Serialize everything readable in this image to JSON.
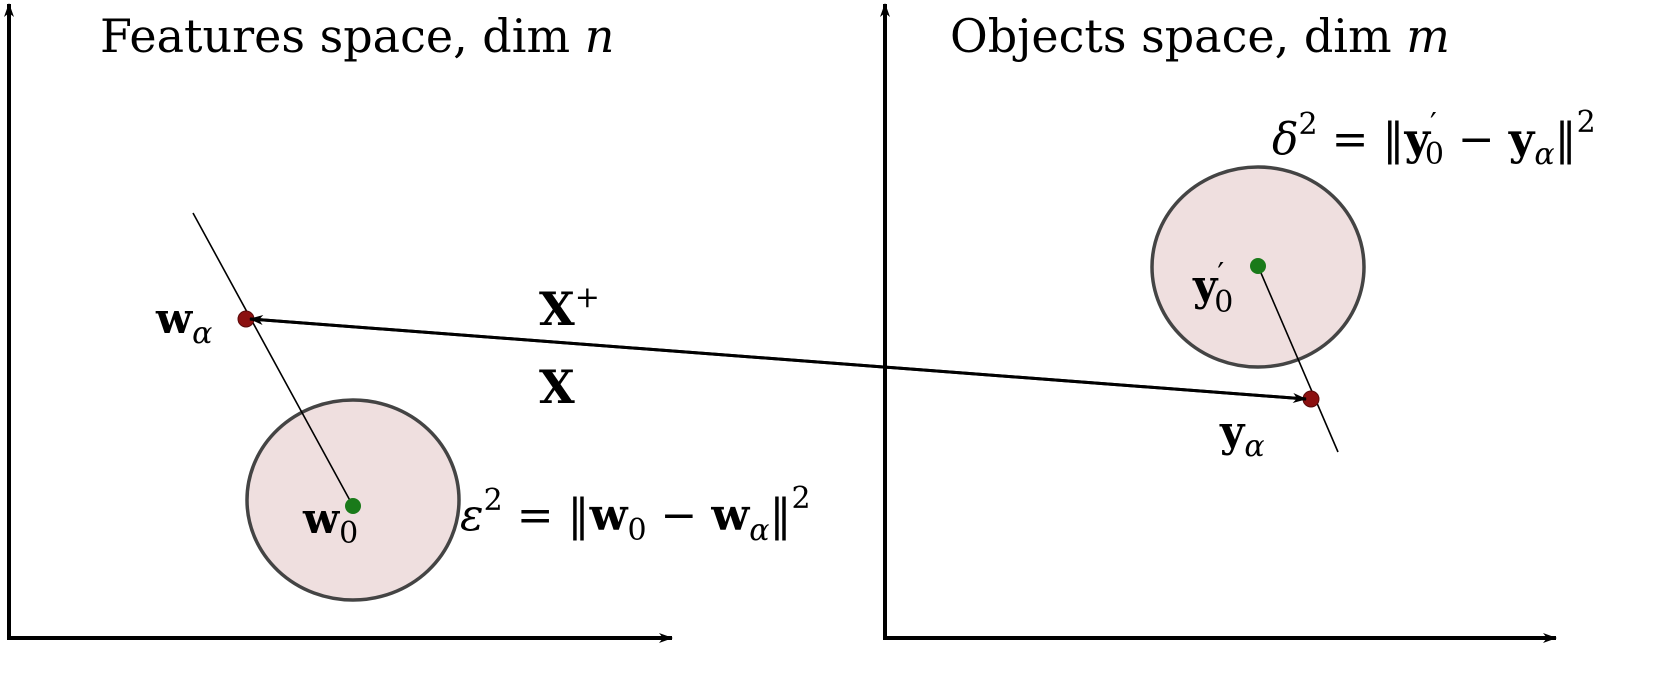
{
  "left_panel": {
    "title_text": "Features space, dim ",
    "title_var": "n",
    "point_alpha": {
      "symbol": "w",
      "subscript": "α"
    },
    "point_zero": {
      "symbol": "w",
      "subscript": "0"
    },
    "equation": {
      "lhs": "ε",
      "sup": "2",
      "eq": " = ‖",
      "v1": "w",
      "v1_sub": "0",
      "minus": " − ",
      "v2": "w",
      "v2_sub": "α",
      "close": "‖",
      "close_sup": "2"
    }
  },
  "right_panel": {
    "title_text": "Objects space, dim ",
    "title_var": "m",
    "point_alpha": {
      "symbol": "y",
      "subscript": "α"
    },
    "point_zero": {
      "symbol": "y",
      "prime": "′",
      "subscript": "0"
    },
    "equation": {
      "lhs": "δ",
      "sup": "2",
      "eq": " = ‖",
      "v1": "y",
      "v1_prime": "′",
      "v1_sub": "0",
      "minus": " − ",
      "v2": "y",
      "v2_sub": "α",
      "close": "‖",
      "close_sup": "2"
    }
  },
  "mapping": {
    "forward": {
      "symbol": "X"
    },
    "inverse": {
      "symbol": "X",
      "sup": "+"
    }
  },
  "colors": {
    "disk_fill": "#efdfdf",
    "disk_stroke": "#444444",
    "center_point": "#1a7a1a",
    "alpha_point": "#8b1010"
  }
}
